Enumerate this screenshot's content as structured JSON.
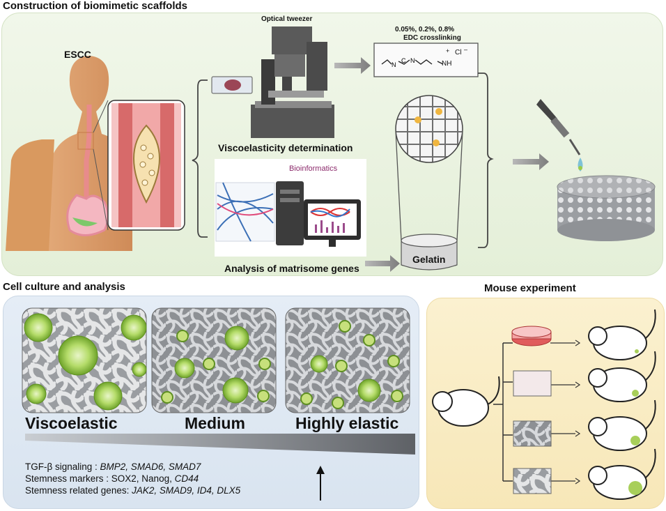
{
  "sections": {
    "construction": "Construction of biomimetic scaffolds",
    "cell_culture": "Cell culture and analysis",
    "mouse": "Mouse experiment"
  },
  "labels": {
    "escc": "ESCC",
    "optical_tweezer": "Optical tweezer",
    "crosslink_conc": "0.05%, 0.2%, 0.8%",
    "crosslink_name": "EDC crosslinking",
    "viscoelasticity": "Viscoelasticity determination",
    "bioinformatics": "Bioinformatics",
    "matrisome": "Analysis of matrisome genes",
    "gelatin": "Gelatin",
    "chloride": "Cl",
    "minus": "–",
    "plus": "+",
    "nh": "NH"
  },
  "scaffolds": [
    "Viscoelastic",
    "Medium",
    "Highly elastic"
  ],
  "genes": [
    {
      "prefix": "TGF-β signaling : ",
      "items": "BMP2, SMAD6, SMAD7"
    },
    {
      "prefix": "Stemness markers : SOX2, Nanog, ",
      "items": "CD44"
    },
    {
      "prefix": "Stemness related genes: ",
      "items": "JAK2, SMAD9, ID4, DLX5"
    }
  ],
  "colors": {
    "top_panel": "#e8f1de",
    "cell_panel": "#dde7f2",
    "mouse_panel": "#f8ebc2",
    "cell_green": "#9ccc4a",
    "tissue_red": "#d9524f"
  }
}
